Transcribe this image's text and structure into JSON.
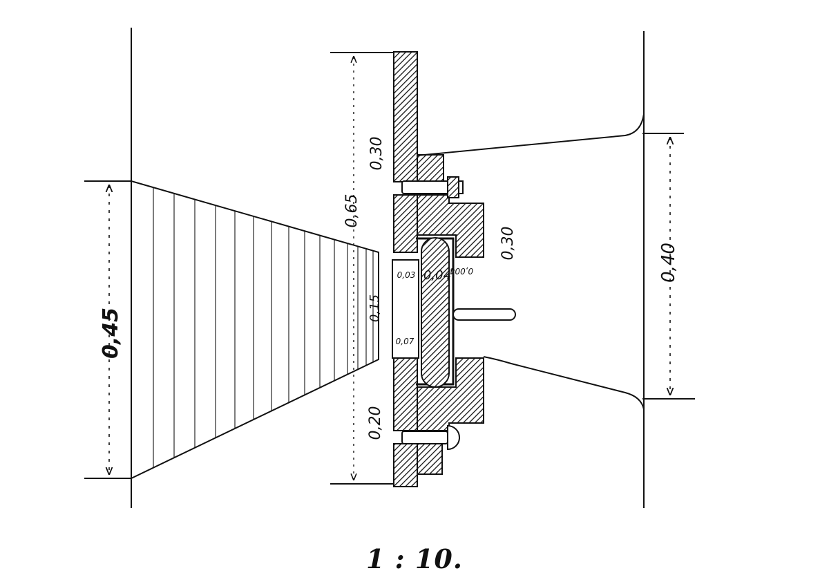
{
  "drawing": {
    "scale_label": "1 : 10.",
    "dimensions": {
      "left_height": "0,45",
      "wall_upper": "0,30",
      "wall_total": "0,65",
      "wall_lower": "0,20",
      "right_height": "0,40",
      "inner_height": "0,30",
      "opening_height": "0,15",
      "gap_top": "0,03",
      "gap_bottom": "0,07",
      "gate_thickness": "0,04",
      "clearance": "0,004"
    }
  }
}
